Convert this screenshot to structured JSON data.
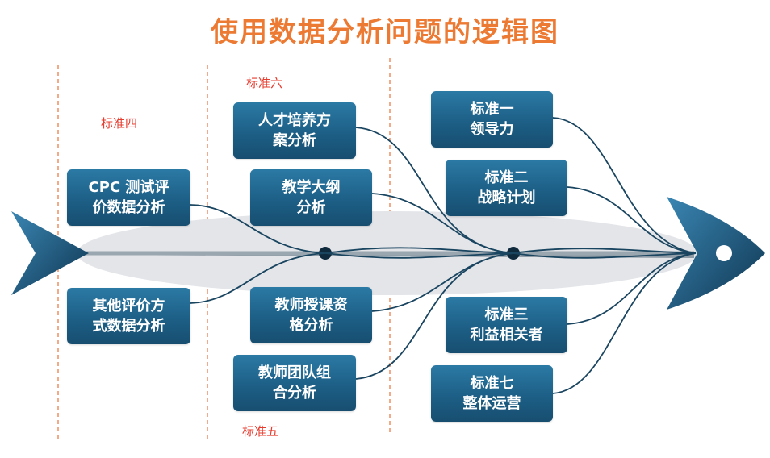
{
  "title": "使用数据分析问题的逻辑图",
  "standards": {
    "s4": "标准四",
    "s5": "标准五",
    "s6": "标准六"
  },
  "boxes": {
    "cpc": [
      "CPC 测试评",
      "价数据分析"
    ],
    "other": [
      "其他评价方",
      "式数据分析"
    ],
    "talent": [
      "人才培养方",
      "案分析"
    ],
    "syllabus": [
      "教学大纲",
      "分析"
    ],
    "teaching": [
      "教师授课资",
      "格分析"
    ],
    "team": [
      "教师团队组",
      "合分析"
    ],
    "lead": [
      "标准一",
      "领导力"
    ],
    "strategy": [
      "标准二",
      "战略计划"
    ],
    "stake": [
      "标准三",
      "利益相关者"
    ],
    "ops": [
      "标准七",
      "整体运营"
    ]
  },
  "colors": {
    "title": "#ec7a33",
    "standard_label": "#e63c2e",
    "box": "#1d5f86",
    "line": "#1a4560",
    "divider": "#f0956a"
  }
}
